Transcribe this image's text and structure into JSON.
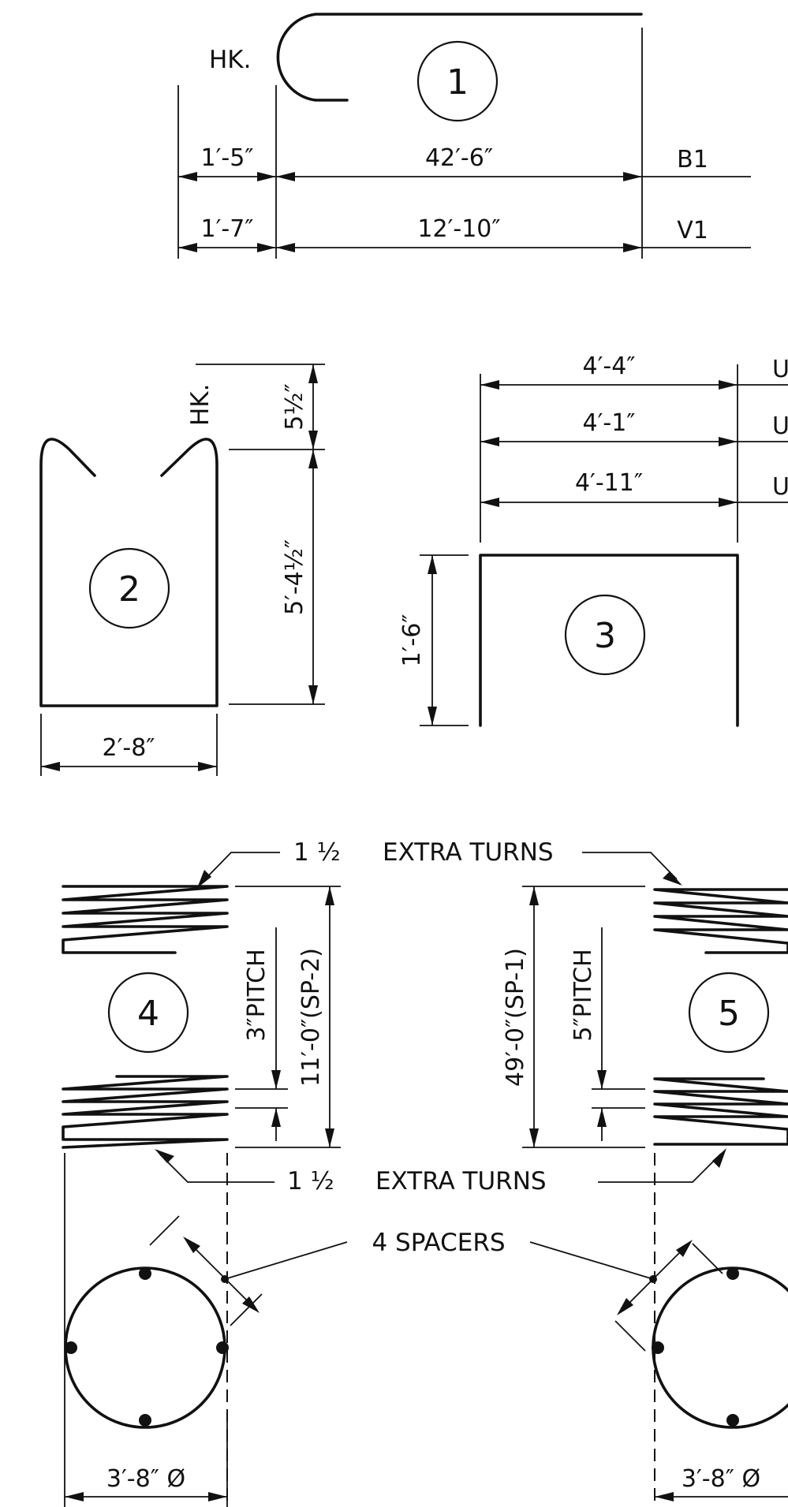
{
  "bar1": {
    "hook_label": "HK.",
    "bubble": "1",
    "dims": {
      "hook_b1": "1′-5″",
      "len_b1": "42′-6″",
      "hook_v1": "1′-7″",
      "len_v1": "12′-10″"
    },
    "marks": {
      "b1": "B1",
      "v1": "V1"
    }
  },
  "bar2": {
    "hook_label": "HK.",
    "bubble": "2",
    "dims": {
      "hook_height": "5½″",
      "leg_height": "5′-4½″",
      "width": "2′-8″"
    }
  },
  "bar3": {
    "bubble": "3",
    "dims": {
      "width_1": "4′-4″",
      "width_2": "4′-1″",
      "width_3": "4′-11″",
      "height": "1′-6″"
    },
    "mark_prefix": "U"
  },
  "spirals": {
    "bubble_left": "4",
    "bubble_right": "5",
    "extra_turns_label": "EXTRA TURNS",
    "extra_turns_count": "1 ½",
    "pitch_left": "3″PITCH",
    "pitch_right": "5″PITCH",
    "length_left": "11′-0″(SP-2)",
    "length_right": "49′-0″(SP-1)",
    "spacers_label": "4 SPACERS",
    "diameter_left": "3′-8″ Ø",
    "diameter_right": "3′-8″ Ø"
  }
}
